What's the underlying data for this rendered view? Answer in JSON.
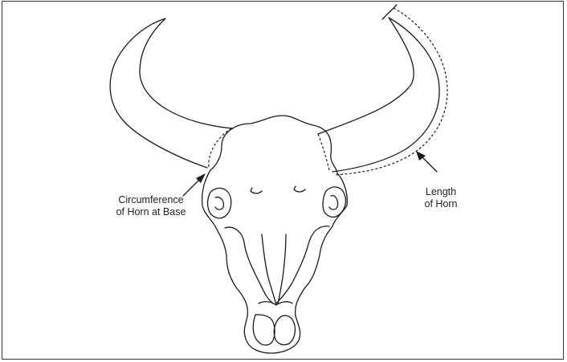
{
  "labels": {
    "circumference_line1": "Circumference",
    "circumference_line2": "of Horn at Base",
    "length_line1": "Length",
    "length_line2": "of Horn"
  },
  "colors": {
    "line": "#1a1a1a",
    "border": "#333333",
    "background": "#ffffff"
  }
}
